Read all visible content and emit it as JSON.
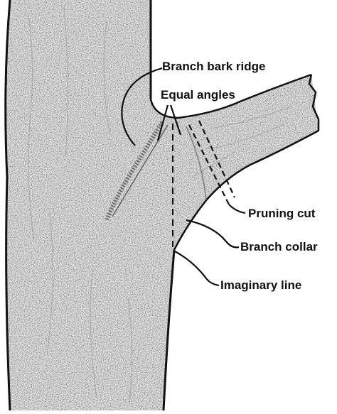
{
  "diagram": {
    "labels": {
      "branch_bark_ridge": "Branch bark ridge",
      "equal_angles": "Equal angles",
      "pruning_cut": "Pruning cut",
      "branch_collar": "Branch collar",
      "imaginary_line": "Imaginary line"
    },
    "colors": {
      "ink": "#111111",
      "bark": "#ebebeb",
      "background": "#ffffff"
    }
  }
}
